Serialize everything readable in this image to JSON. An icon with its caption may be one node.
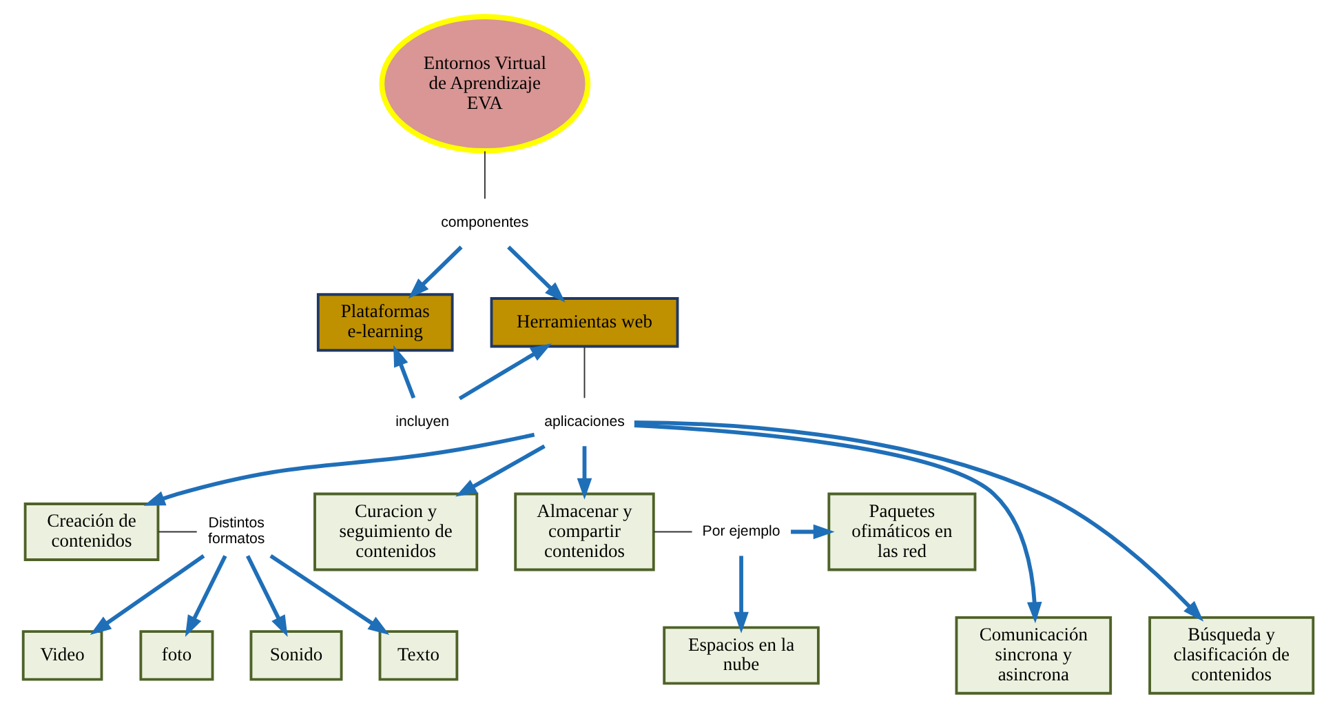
{
  "diagram": {
    "nodes": [
      {
        "text": [
          "Entornos Virtual de Aprendizaje EVA"
        ]
      },
      {
        "text": [
          "componentes"
        ]
      },
      {
        "text": [
          "Plataformas e-learning"
        ]
      },
      {
        "text": [
          "Herramientas web"
        ]
      },
      {
        "text": [
          "incluyen"
        ]
      },
      {
        "text": [
          "aplicaciones"
        ]
      },
      {
        "text": [
          "Creación de contenidos"
        ]
      },
      {
        "text": [
          "Distintos formatos"
        ]
      },
      {
        "text": [
          "Texto"
        ]
      },
      {
        "text": [
          "Video"
        ]
      },
      {
        "text": [
          "foto"
        ]
      },
      {
        "text": [
          "Sonido"
        ]
      },
      {
        "text": [
          "Curacion y seguimiento de contenidos"
        ]
      },
      {
        "text": [
          "Almacenar y compartir contenidos"
        ]
      },
      {
        "text": [
          "Comunicación sincrona y asincrona"
        ]
      },
      {
        "text": [
          "Búsqueda y clasificación de contenidos"
        ]
      },
      {
        "text": [
          "Por ejemplo"
        ]
      },
      {
        "text": [
          "Paquetes ofimáticos en las red"
        ]
      },
      {
        "text": [
          "Espacios en la nube"
        ]
      }
    ],
    "edges": [
      {
        "from": 0,
        "to": 1,
        "arrow": "none",
        "color": "#333333"
      },
      {
        "from": 1,
        "to": 2,
        "arrow": "to"
      },
      {
        "from": 1,
        "to": 3,
        "arrow": "to"
      },
      {
        "from": 4,
        "to": 2,
        "arrow": "to"
      },
      {
        "from": 4,
        "to": 3,
        "arrow": "to"
      },
      {
        "from": 3,
        "to": 5,
        "arrow": "none",
        "color": "#333333"
      },
      {
        "from": 5,
        "to": 6,
        "arrow": "to"
      },
      {
        "from": 6,
        "to": 7,
        "arrow": "none",
        "color": "#333333"
      },
      {
        "from": 7,
        "to": 8,
        "arrow": "to"
      },
      {
        "from": 7,
        "to": 9,
        "arrow": "to"
      },
      {
        "from": 7,
        "to": 10,
        "arrow": "to"
      },
      {
        "from": 7,
        "to": 11,
        "arrow": "to"
      },
      {
        "from": 5,
        "to": 12,
        "arrow": "to"
      },
      {
        "from": 5,
        "to": 14,
        "arrow": "to"
      },
      {
        "from": 5,
        "to": 15,
        "arrow": "to"
      },
      {
        "from": 5,
        "to": 13,
        "arrow": "to"
      },
      {
        "from": 13,
        "to": 16,
        "arrow": "none",
        "color": "#333333"
      },
      {
        "from": 16,
        "to": 17,
        "arrow": "to"
      },
      {
        "from": 16,
        "to": 18,
        "arrow": "to"
      }
    ]
  }
}
